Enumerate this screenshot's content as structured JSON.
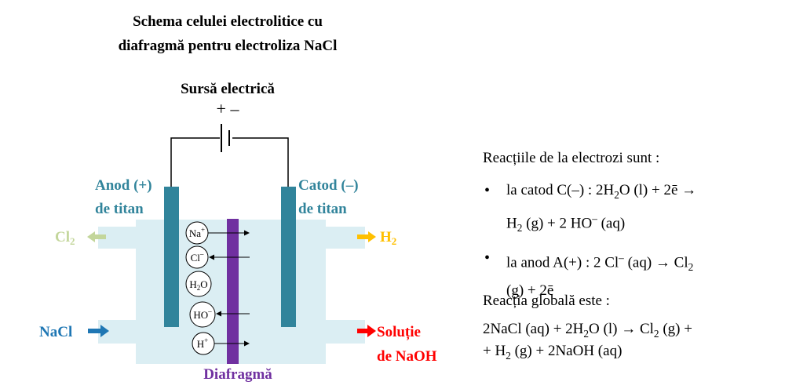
{
  "title": {
    "line1": "Schema celulei electrolitice cu",
    "line2": "diafragmă pentru electroliza NaCl"
  },
  "diagram": {
    "source_label": "Sursă electrică",
    "source_polarity": "+ –",
    "anode_label_1": "Anod (+)",
    "anode_label_2": "de titan",
    "cathode_label_1": "Catod (–)",
    "cathode_label_2": "de titan",
    "diaphragm_label": "Diafragmă",
    "cl2_output": "Cl",
    "cl2_sub": "2",
    "h2_output": "H",
    "h2_sub": "2",
    "nacl_input": "NaCl",
    "naoh_output_1": "Soluție",
    "naoh_output_2": "de NaOH",
    "ions": {
      "na": {
        "base": "Na",
        "sup": "+"
      },
      "cl": {
        "base": "Cl",
        "sup": "–"
      },
      "h2o": {
        "base": "H",
        "sub": "2",
        "rest": "O"
      },
      "ho": {
        "base": "HO",
        "sup": "–"
      },
      "h": {
        "base": "H",
        "sup": "+"
      }
    },
    "colors": {
      "electrolyte": "#dbeef3",
      "electrode": "#31849b",
      "diaphragm": "#7030a0",
      "cl2": "#c3d69b",
      "h2": "#ffc000",
      "nacl": "#1f77b4",
      "naoh": "#ff0000"
    }
  },
  "reactions": {
    "heading": "Reacțiile de la electrozi sunt :",
    "cathode": {
      "a": "la catod C(–) : 2H",
      "a_sub": "2",
      "b": "O (l) + 2ē →",
      "c": "H",
      "c_sub": "2",
      "d": " (g) + 2 HO",
      "d_sup": "–",
      "e": " (aq)"
    },
    "anode": {
      "a": "la anod A(+) : 2 Cl",
      "a_sup": "–",
      "b": " (aq) → Cl",
      "b_sub": "2",
      "c": "(g) + 2ē"
    },
    "global_heading": "Reacția globală este :",
    "global_1": {
      "a": "2NaCl (aq) + 2H",
      "a_sub": "2",
      "b": "O (l) → Cl",
      "b_sub": "2",
      "c": " (g) +"
    },
    "global_2": {
      "a": "+ H",
      "a_sub": "2",
      "b": " (g) + 2NaOH (aq)"
    }
  }
}
